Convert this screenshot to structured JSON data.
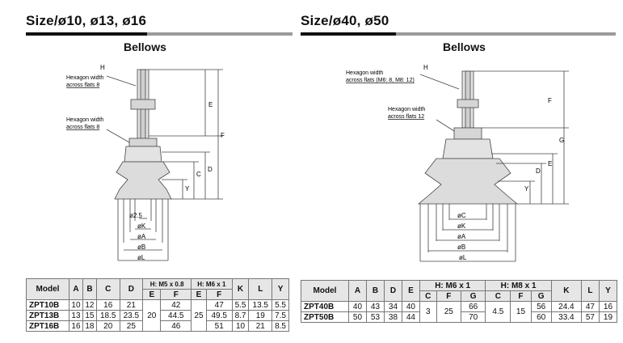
{
  "left": {
    "heading": "Size/ø10, ø13, ø16",
    "subtitle": "Bellows",
    "labels": {
      "H": "H",
      "hex1": [
        "Hexagon width",
        "across flats 8"
      ],
      "hex2": [
        "Hexagon width",
        "across flats 8"
      ],
      "E": "E",
      "F": "F",
      "C": "C",
      "D": "D",
      "Y": "Y",
      "d25": "ø2.5",
      "K": "øK",
      "A": "øA",
      "B": "øB",
      "L": "øL"
    },
    "table": {
      "headers": {
        "model": "Model",
        "A": "A",
        "B": "B",
        "C": "C",
        "D": "D",
        "h1": "H: M5 x 0.8",
        "h2": "H: M6 x 1",
        "E": "E",
        "F": "F",
        "K": "K",
        "L": "L",
        "Y": "Y"
      },
      "rows": [
        {
          "model": "ZPT10B",
          "A": "10",
          "B": "12",
          "C": "16",
          "D": "21",
          "F1": "42",
          "F2": "47",
          "K": "5.5",
          "L": "13.5",
          "Y": "5.5"
        },
        {
          "model": "ZPT13B",
          "A": "13",
          "B": "15",
          "C": "18.5",
          "D": "23.5",
          "F1": "44.5",
          "F2": "49.5",
          "K": "8.7",
          "L": "19",
          "Y": "7.5"
        },
        {
          "model": "ZPT16B",
          "A": "16",
          "B": "18",
          "C": "20",
          "D": "25",
          "F1": "46",
          "F2": "51",
          "K": "10",
          "L": "21",
          "Y": "8.5"
        }
      ],
      "E1": "20",
      "E2": "25"
    }
  },
  "right": {
    "heading": "Size/ø40, ø50",
    "subtitle": "Bellows",
    "labels": {
      "H": "H",
      "hex1": [
        "Hexagon width",
        "across flats (M6: 8, M8: 12)"
      ],
      "hex2": [
        "Hexagon width",
        "across flats 12"
      ],
      "F": "F",
      "G": "G",
      "E": "E",
      "D": "D",
      "Y": "Y",
      "C": "øC",
      "K": "øK",
      "A": "øA",
      "B": "øB",
      "L": "øL"
    },
    "table": {
      "headers": {
        "model": "Model",
        "A": "A",
        "B": "B",
        "D": "D",
        "E": "E",
        "h1": "H: M6 x 1",
        "h2": "H: M8 x 1",
        "C": "C",
        "F": "F",
        "G": "G",
        "K": "K",
        "L": "L",
        "Y": "Y"
      },
      "rows": [
        {
          "model": "ZPT40B",
          "A": "40",
          "B": "43",
          "D": "34",
          "E": "40",
          "G1": "66",
          "G2": "56",
          "K": "24.4",
          "L": "47",
          "Y": "16"
        },
        {
          "model": "ZPT50B",
          "A": "50",
          "B": "53",
          "D": "38",
          "E": "44",
          "G1": "70",
          "G2": "60",
          "K": "33.4",
          "L": "57",
          "Y": "19"
        }
      ],
      "C1": "3",
      "F1": "25",
      "C2": "4.5",
      "F2": "15"
    }
  },
  "colors": {
    "drawing_fill": "#e3e3e3",
    "line": "#444444",
    "table_header": "#e6e6e6"
  }
}
